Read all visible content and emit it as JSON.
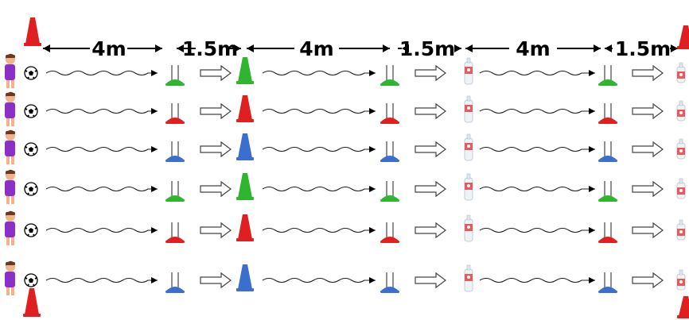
{
  "measurements": [
    {
      "label": "4m"
    },
    {
      "label": "1.5m"
    },
    {
      "label": "4m"
    },
    {
      "label": "1.5m"
    },
    {
      "label": "4m"
    },
    {
      "label": "1.5m"
    }
  ],
  "rows": [
    {
      "gate_color": "green",
      "cone_color": "green"
    },
    {
      "gate_color": "red",
      "cone_color": "red"
    },
    {
      "gate_color": "blue",
      "cone_color": "blue"
    },
    {
      "gate_color": "green",
      "cone_color": "green"
    },
    {
      "gate_color": "red",
      "cone_color": "red"
    },
    {
      "gate_color": "blue",
      "cone_color": "blue"
    }
  ],
  "colors": {
    "green": "#2fb52f",
    "red": "#e02020",
    "blue": "#3a6fd0",
    "player_shirt": "#8a2fc8",
    "skin": "#f0b48a",
    "hair": "#6b3a1e",
    "corner_cone": "#e02020"
  },
  "icons": {
    "player": "player-icon",
    "ball": "soccer-ball-icon",
    "gate": "gate-icon",
    "cone": "cone-icon",
    "bottle": "water-bottle-icon",
    "run_arrow": "hollow-arrow-icon",
    "dribble_path": "wavy-arrow-icon"
  }
}
